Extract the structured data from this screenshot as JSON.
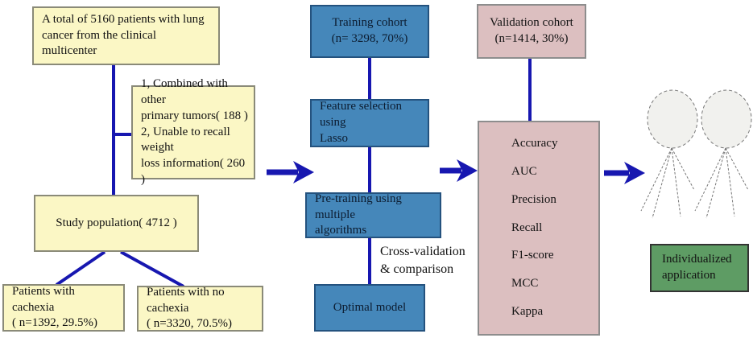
{
  "colors": {
    "box_yellow": "#FBF7C5",
    "box_blue": "#4587BA",
    "box_pink": "#DCBFC0",
    "box_green": "#5E9C64",
    "connector_blue": "#1717B0",
    "figure_gray": "#f1f1ee"
  },
  "boxes": {
    "total": {
      "lines": [
        "A total of  5160 patients with lung",
        "cancer from the clinical multicenter"
      ]
    },
    "exclusion": {
      "lines": [
        "1, Combined with other",
        "primary tumors( 188 )",
        "2, Unable to recall weight",
        "loss information( 260 )"
      ]
    },
    "study": {
      "lines": [
        "Study population( 4712 )"
      ]
    },
    "cachexia": {
      "lines": [
        "Patients with cachexia",
        "( n=1392, 29.5%)"
      ]
    },
    "no_cachexia": {
      "lines": [
        "Patients with no cachexia",
        "( n=3320, 70.5%)"
      ]
    },
    "training": {
      "lines": [
        "Training cohort",
        "(n= 3298, 70%)"
      ]
    },
    "feature": {
      "lines": [
        "Feature selection using",
        "Lasso"
      ]
    },
    "pretraining": {
      "lines": [
        "Pre-training using multiple",
        "algorithms"
      ]
    },
    "optimal": {
      "lines": [
        "Optimal model"
      ]
    },
    "validation": {
      "lines": [
        "Validation cohort",
        "(n=1414, 30%)"
      ]
    },
    "individualized": {
      "lines": [
        "Individualized",
        "application"
      ]
    }
  },
  "metrics": {
    "items": [
      "Accuracy",
      "AUC",
      "Precision",
      "Recall",
      "F1-score",
      "MCC",
      "Kappa"
    ]
  },
  "labels": {
    "cross_validation": [
      "Cross-validation",
      "& comparison"
    ]
  }
}
